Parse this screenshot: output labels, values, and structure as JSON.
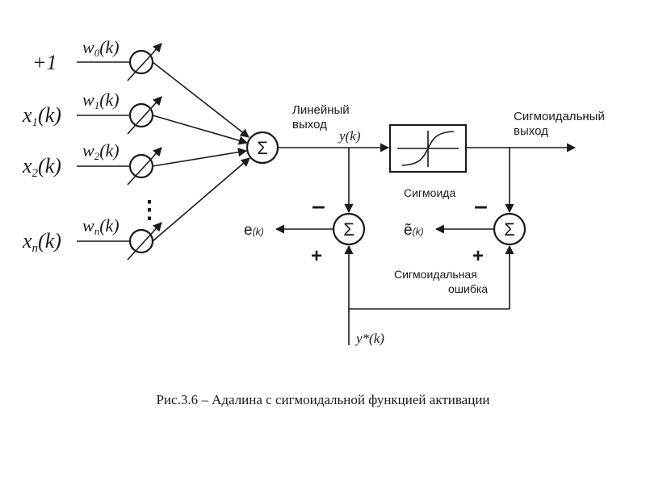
{
  "inputs": [
    {
      "x": "+1",
      "xsub": "",
      "xarg": "",
      "w": "w",
      "wsub": "0",
      "warg": "(k)"
    },
    {
      "x": "x",
      "xsub": "1",
      "xarg": "(k)",
      "w": "w",
      "wsub": "1",
      "warg": "(k)"
    },
    {
      "x": "x",
      "xsub": "2",
      "xarg": "(k)",
      "w": "w",
      "wsub": "2",
      "warg": "(k)"
    },
    {
      "x": "x",
      "xsub": "n",
      "xarg": "(k)",
      "w": "w",
      "wsub": "n",
      "warg": "(k)"
    }
  ],
  "sigma_symbol": "Σ",
  "linear_output_label": [
    "Линейный",
    "выход"
  ],
  "y_label": "y(k)",
  "sigmoid_block_label": "Сигмоида",
  "sigmoid_output_label": [
    "Сигмоидальный",
    "выход"
  ],
  "error_label": "e",
  "error_arg": "(k)",
  "sigmoid_error_symbol": "ẽ",
  "sigmoid_error_arg": "(k)",
  "sigmoid_error_label": [
    "Сигмоидальная",
    "ошибка"
  ],
  "target_label": "y*(k)",
  "minus_sign": "–",
  "plus_sign": "+",
  "ellipsis": "⋮",
  "caption": "Рис.3.6 – Адалина с сигмоидальной функцией активации"
}
